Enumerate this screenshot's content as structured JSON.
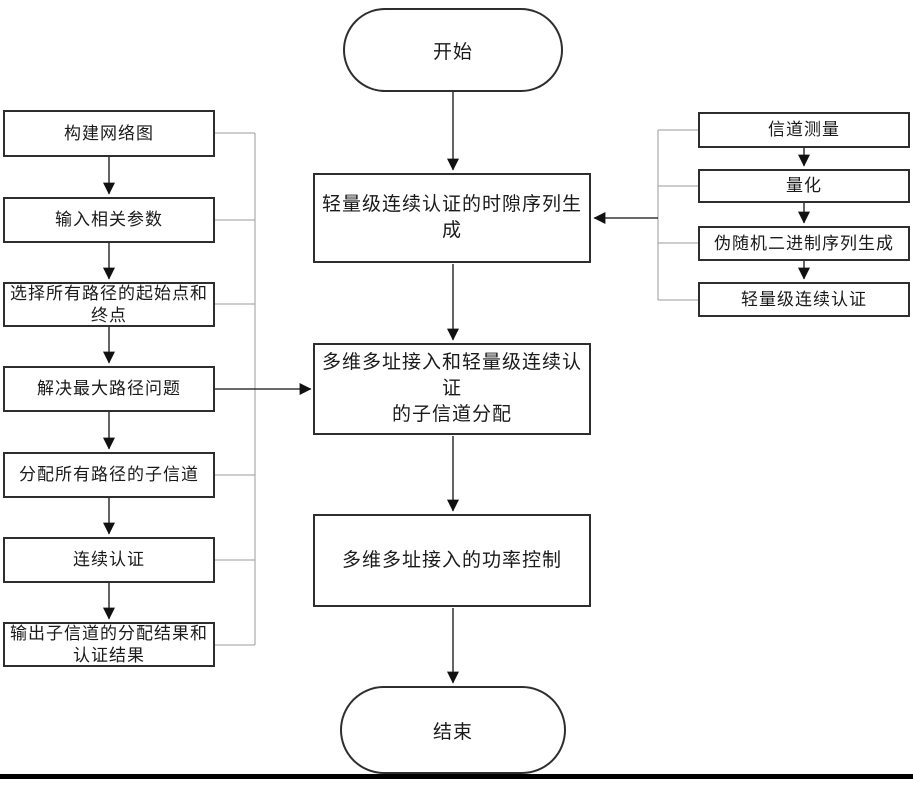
{
  "flowchart": {
    "start_label": "开始",
    "end_label": "结束",
    "left_column": [
      "构建网络图",
      "输入相关参数",
      "选择所有路径的起始点和\n终点",
      "解决最大路径问题",
      "分配所有路径的子信道",
      "连续认证",
      "输出子信道的分配结果和\n认证结果"
    ],
    "center_column": [
      "轻量级连续认证的时隙序列生成",
      "多维多址接入和轻量级连续认证\n的子信道分配",
      "多维多址接入的功率控制"
    ],
    "right_column": [
      "信道测量",
      "量化",
      "伪随机二进制序列生成",
      "轻量级连续认证"
    ],
    "colors": {
      "box_border": "#2e2e2e",
      "connector_gray": "#9b9b9b",
      "arrow_dark": "#111111",
      "background": "#ffffff",
      "bottom_rule": "#000000"
    }
  }
}
